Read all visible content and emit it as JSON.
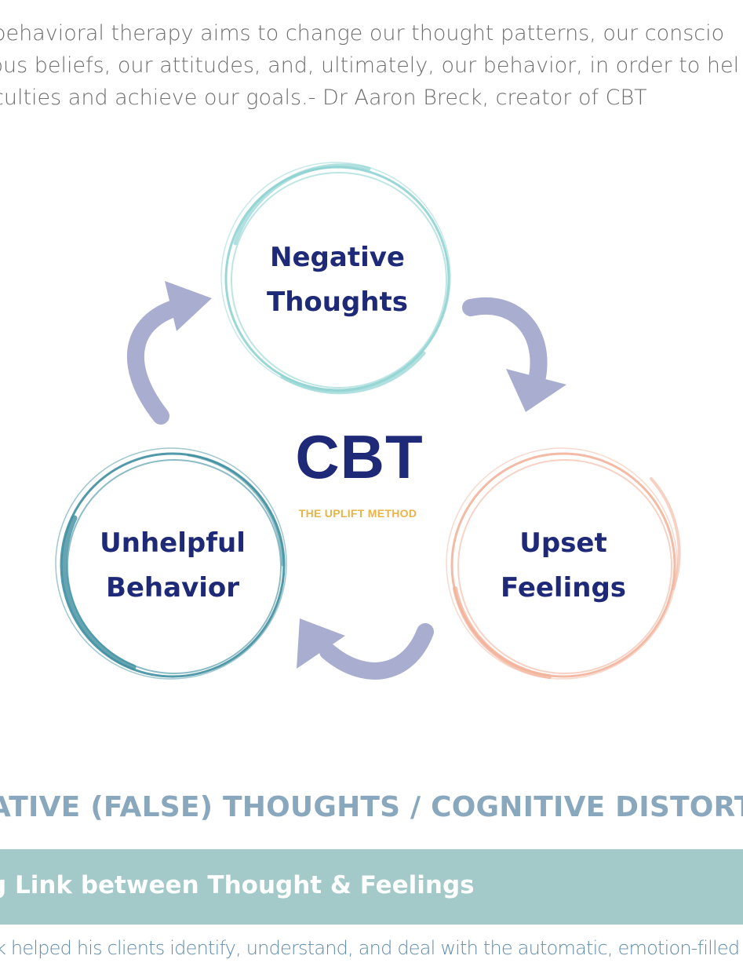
{
  "quote": {
    "line1": "e-behavioral therapy aims to change our thought patterns, our conscio",
    "line2": "ious beliefs, our attitudes, and, ultimately, our behavior, in order to hel",
    "line3": "culties and achieve our goals.- Dr Aaron Breck, creator of CBT"
  },
  "diagram": {
    "top_circle": {
      "line1": "Negative",
      "line2": "Thoughts",
      "color": "#8fd3d1"
    },
    "right_circle": {
      "line1": "Upset",
      "line2": "Feelings",
      "color": "#f2b49c"
    },
    "left_circle": {
      "line1": "Unhelpful",
      "line2": "Behavior",
      "color": "#3f8fa0"
    },
    "center_title": "CBT",
    "center_subtitle": "THE UPLIFT METHOD",
    "arrow_color": "#a9aed0",
    "label_color": "#1e2a78"
  },
  "heading": "ATIVE (FALSE) THOUGHTS / COGNITIVE DISTORTI",
  "band": {
    "text": "g Link between Thought & Feelings",
    "color": "#a3c9c9"
  },
  "body_text": "k helped his clients identify, understand, and deal with the automatic, emotion-filled th"
}
